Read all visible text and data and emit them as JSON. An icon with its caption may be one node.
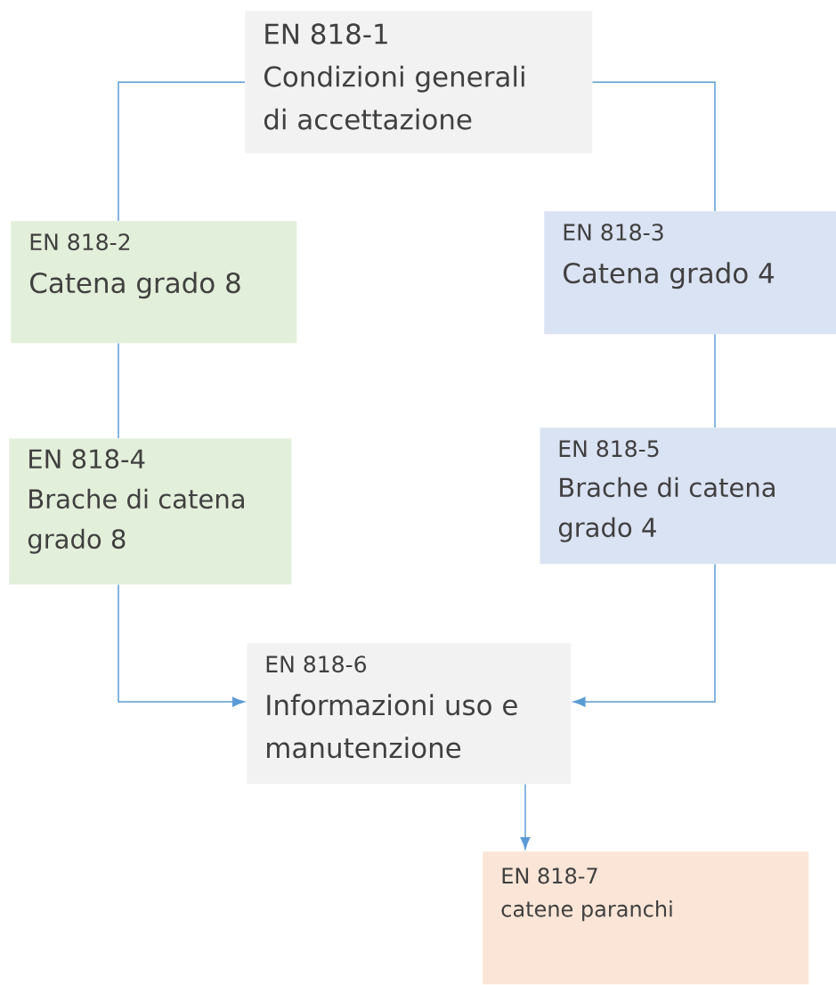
{
  "diagram": {
    "nodes": [
      {
        "text": [
          "EN 818-1",
          "Condizioni generali di accettazione"
        ]
      },
      {
        "text": [
          "EN 818-2",
          "Catena grado 8"
        ]
      },
      {
        "text": [
          "EN 818-3",
          "Catena grado 4"
        ]
      },
      {
        "text": [
          "EN 818-4",
          "Brache di catena grado 8"
        ]
      },
      {
        "text": [
          "EN 818-5",
          "Brache di catena grado 4"
        ]
      },
      {
        "text": [
          "EN 818-6",
          "Informazioni uso e manutenzione"
        ]
      },
      {
        "text": [
          "EN 818-7",
          "catene paranchi"
        ]
      }
    ],
    "edges": [
      {
        "from": 0,
        "to": 1,
        "arrow": "none"
      },
      {
        "from": 0,
        "to": 2,
        "arrow": "none"
      },
      {
        "from": 1,
        "to": 3,
        "arrow": "none"
      },
      {
        "from": 2,
        "to": 4,
        "arrow": "none"
      },
      {
        "from": 3,
        "to": 5,
        "arrow": "to"
      },
      {
        "from": 4,
        "to": 5,
        "arrow": "to"
      },
      {
        "from": 5,
        "to": 6,
        "arrow": "to"
      }
    ]
  }
}
